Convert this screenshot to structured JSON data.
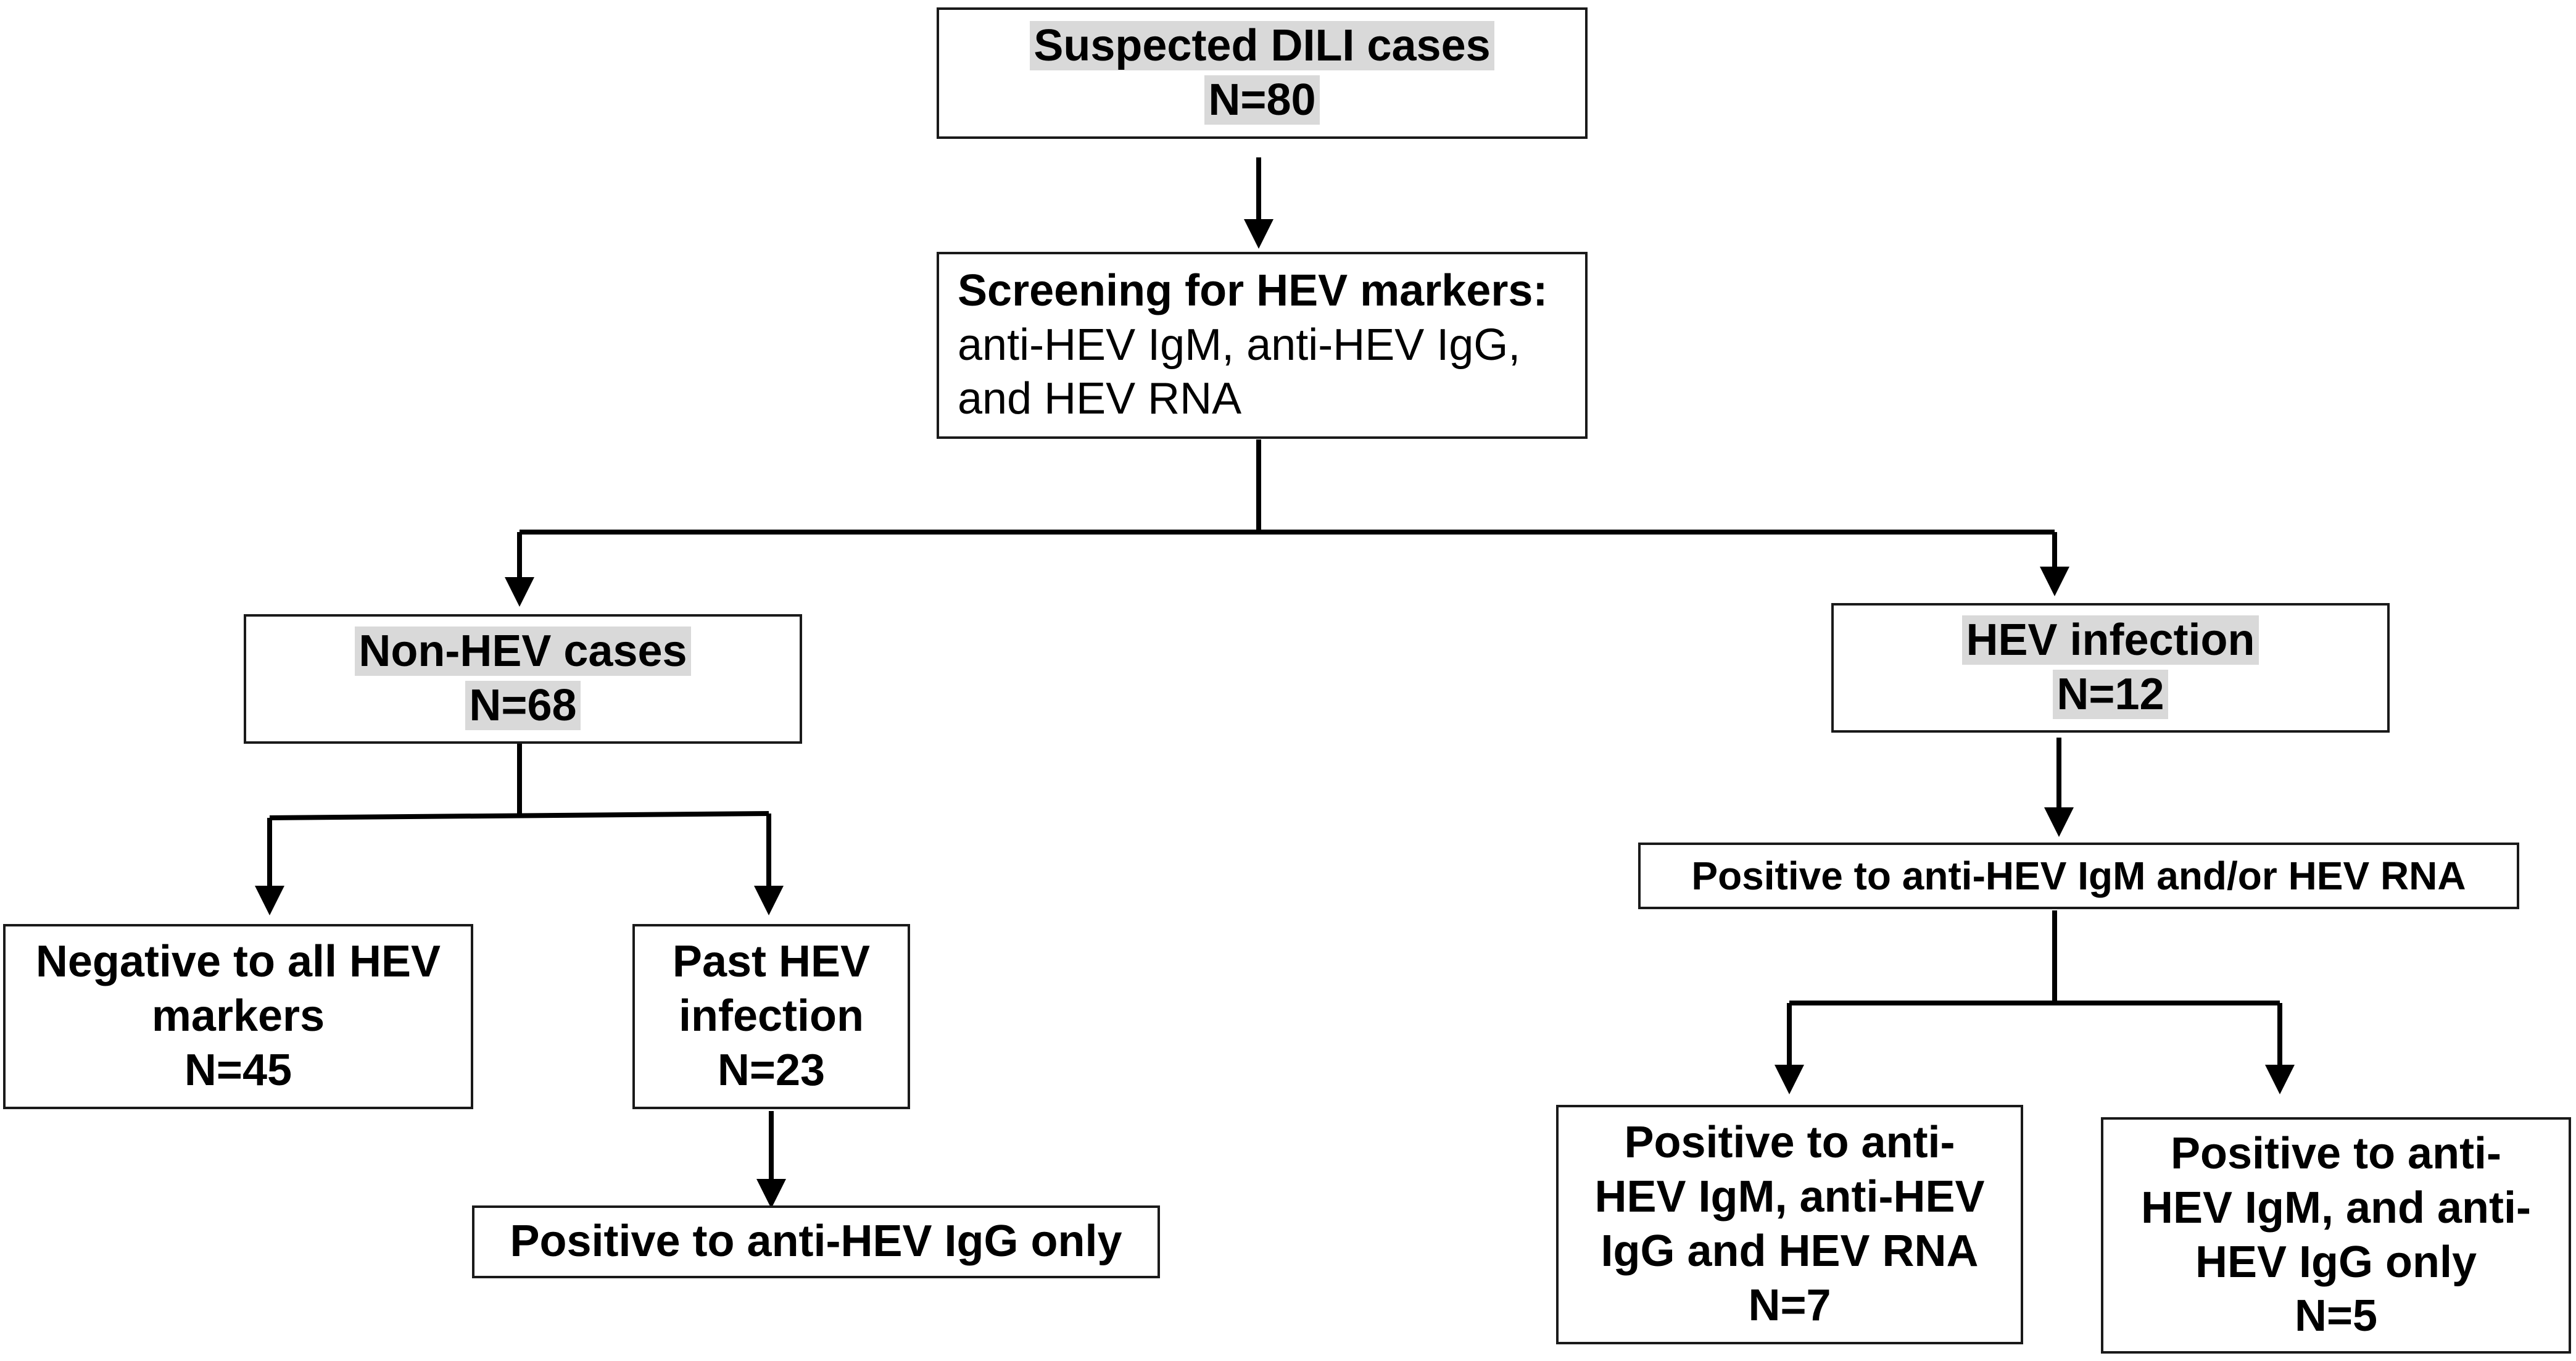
{
  "nodes": {
    "suspected": {
      "title": "Suspected DILI cases",
      "n": "N=80"
    },
    "screening": {
      "title": "Screening for HEV markers:",
      "line1": "anti-HEV IgM, anti-HEV IgG,",
      "line2": "and HEV RNA"
    },
    "non_hev": {
      "title": "Non-HEV cases",
      "n": "N=68"
    },
    "hev_infection": {
      "title": "HEV infection",
      "n": "N=12"
    },
    "negative_all": {
      "line1": "Negative to all HEV",
      "line2": "markers",
      "n": "N=45"
    },
    "past_hev": {
      "line1": "Past HEV",
      "line2": "infection",
      "n": "N=23"
    },
    "igg_only": {
      "label": "Positive to anti-HEV IgG only"
    },
    "igm_or_rna": {
      "label": "Positive to anti-HEV IgM and/or HEV RNA"
    },
    "all_three": {
      "line1": "Positive to anti-",
      "line2": "HEV IgM, anti-HEV",
      "line3": "IgG and HEV RNA",
      "n": "N=7"
    },
    "igm_igg_only": {
      "line1": "Positive to anti-",
      "line2": "HEV IgM, and anti-",
      "line3": "HEV IgG only",
      "n": "N=5"
    }
  }
}
